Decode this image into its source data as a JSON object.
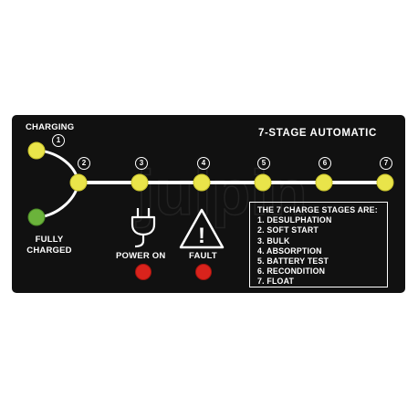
{
  "panel": {
    "title": "7-STAGE AUTOMATIC",
    "charging_label": "CHARGING",
    "fully_charged_label": "FULLY CHARGED",
    "power_on_label": "POWER ON",
    "fault_label": "FAULT",
    "fault_symbol": "!",
    "watermark": "julpin"
  },
  "stage_numbers": [
    "1",
    "2",
    "3",
    "4",
    "5",
    "6",
    "7"
  ],
  "stages_box": {
    "heading": "THE 7 CHARGE STAGES ARE:",
    "items": [
      "1.  DESULPHATION",
      "2.  SOFT START",
      "3.  BULK",
      "4.  ABSORPTION",
      "5.  BATTERY TEST",
      "6.  RECONDITION",
      "7.  FLOAT"
    ]
  },
  "colors": {
    "panel": "#111111",
    "led_yellow": "#e9e44a",
    "led_green": "#6bb33b",
    "led_red": "#d9231c",
    "trace": "#ffffff"
  }
}
